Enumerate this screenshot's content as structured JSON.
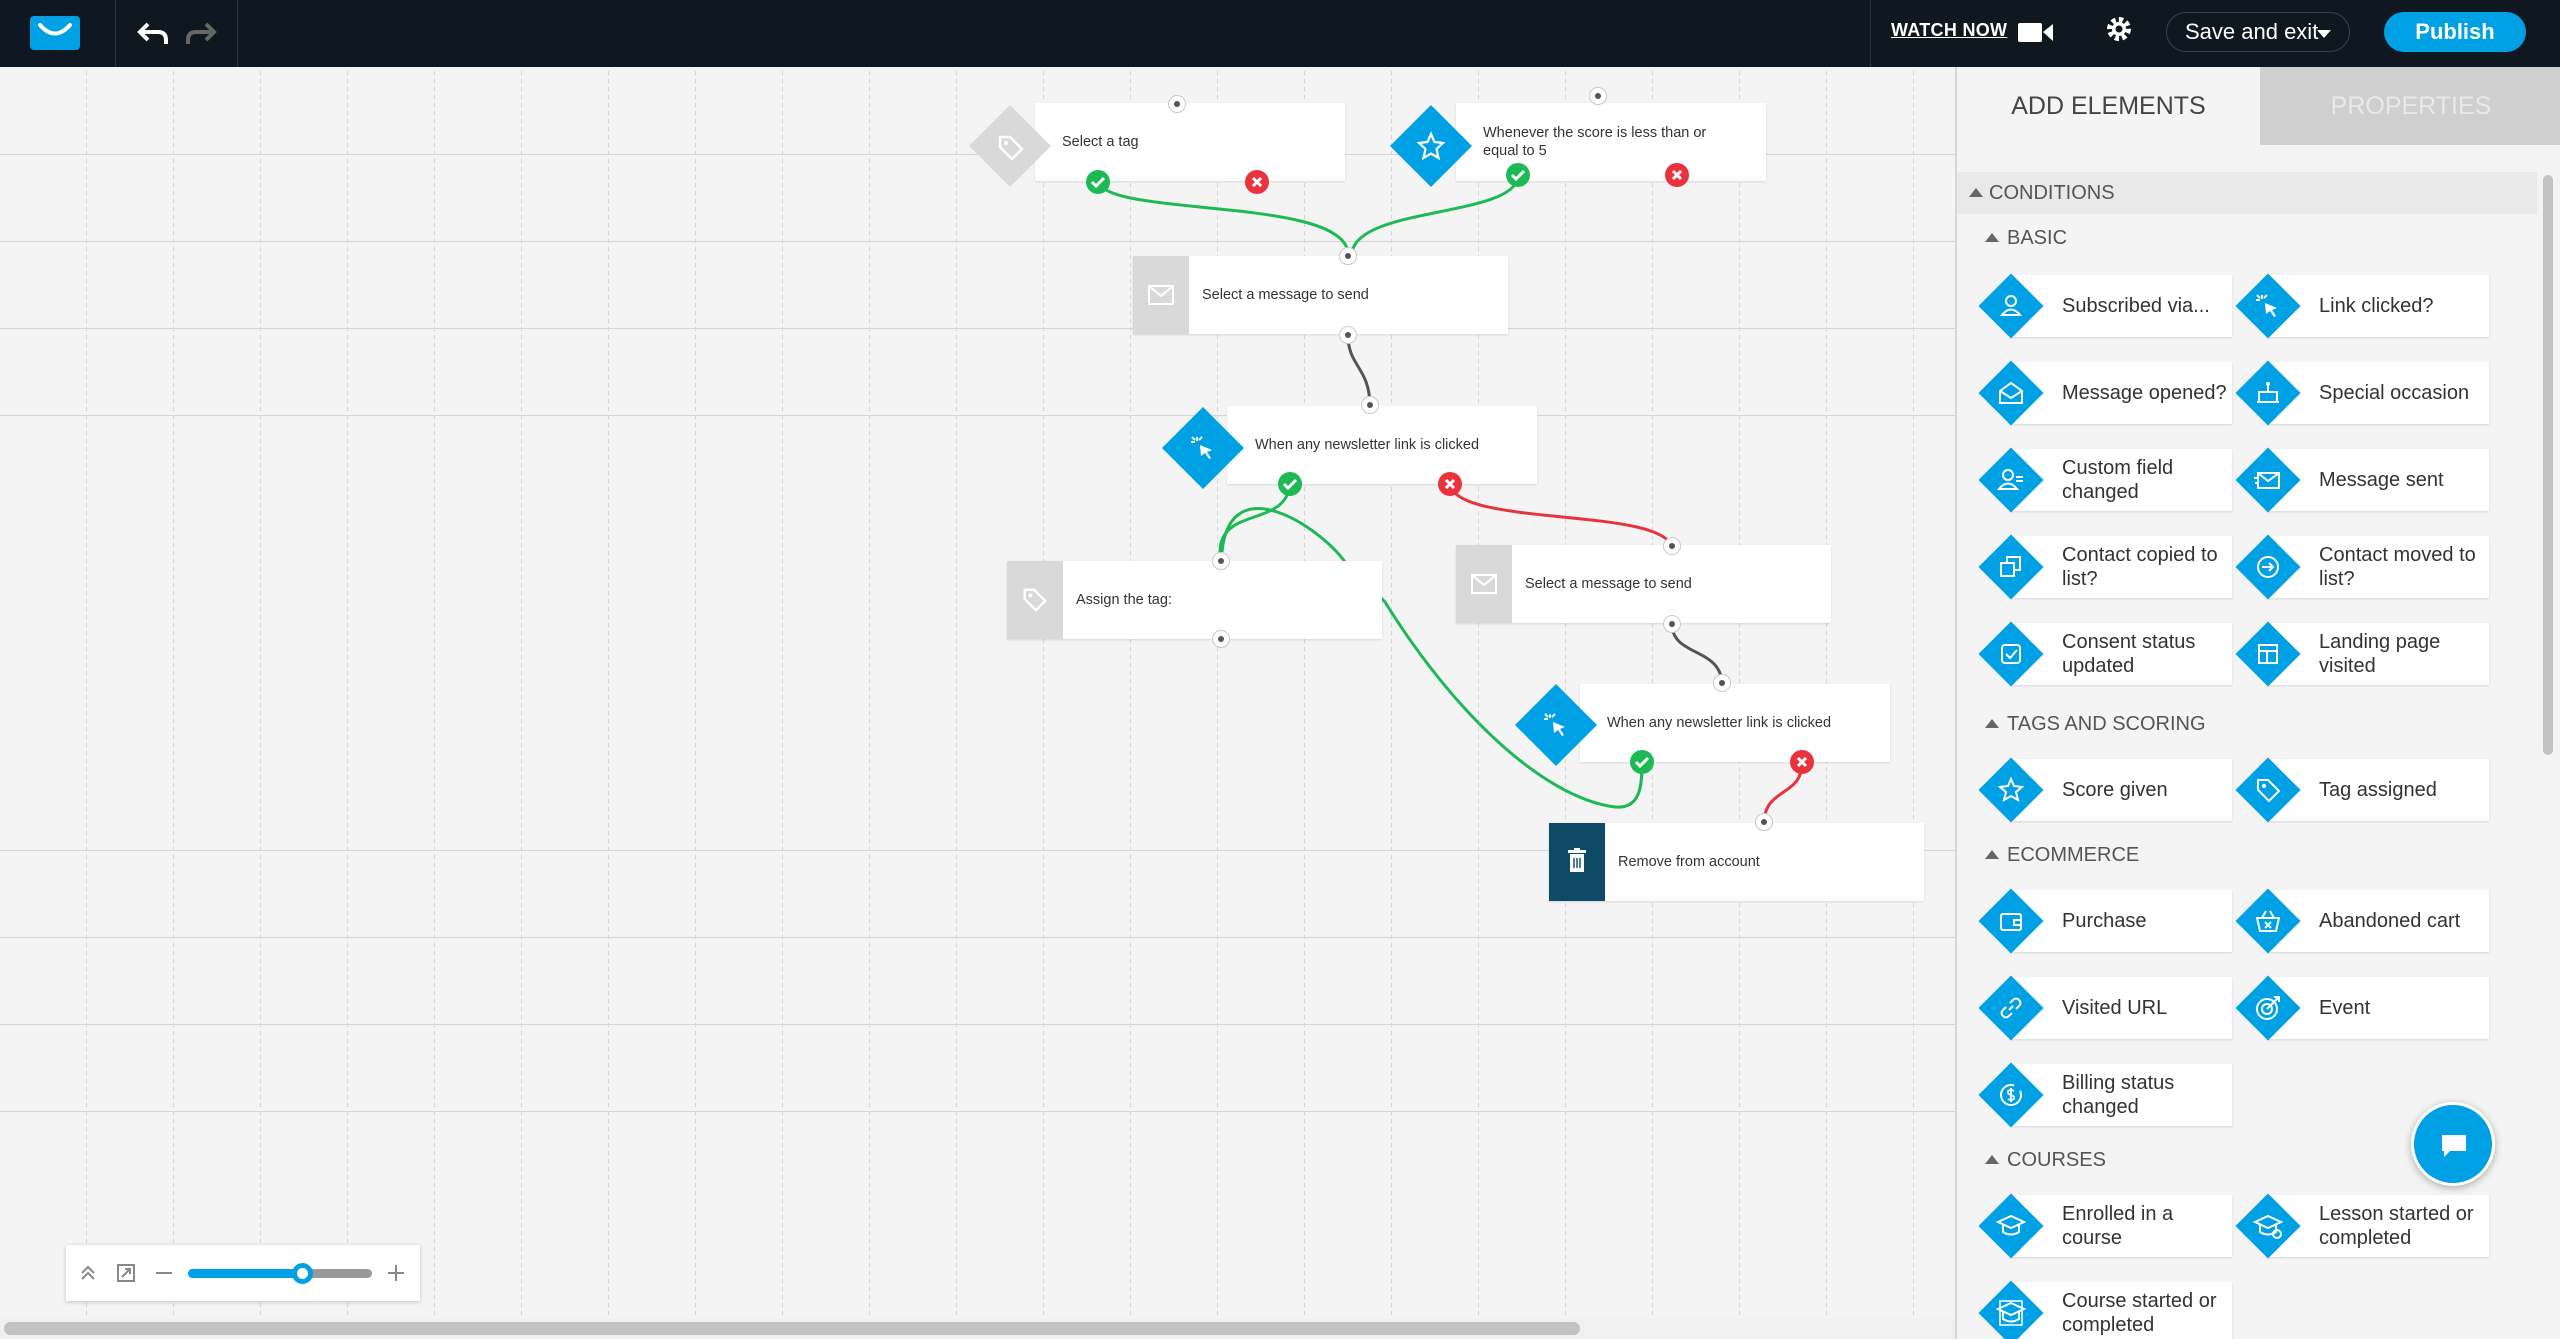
{
  "topbar": {
    "watch_now": "WATCH NOW",
    "save_exit": "Save and exit",
    "publish": "Publish",
    "icons": [
      "logo-icon",
      "undo-icon",
      "redo-icon",
      "camera-icon",
      "gear-icon",
      "caret-down-icon"
    ]
  },
  "canvas": {
    "nodes": {
      "select_tag": "Select a tag",
      "score": "Whenever the score is less than or equal to 5",
      "send1": "Select a message to send",
      "click1": "When any newsletter link is clicked",
      "assign_tag": "Assign the tag:",
      "send2": "Select a message to send",
      "click2": "When any newsletter link is clicked",
      "remove": "Remove from account"
    },
    "zoom": {
      "level": 0.62
    }
  },
  "panel": {
    "tabs": {
      "add": "ADD ELEMENTS",
      "properties": "PROPERTIES"
    },
    "conditions": "CONDITIONS",
    "basic": "BASIC",
    "tags_scoring": "TAGS AND SCORING",
    "ecommerce": "ECOMMERCE",
    "courses": "COURSES",
    "items": {
      "subscribed": "Subscribed via...",
      "link_clicked": "Link clicked?",
      "message_opened": "Message opened?",
      "special_occasion": "Special occasion",
      "custom_field": "Custom field changed",
      "message_sent": "Message sent",
      "contact_copied": "Contact copied to list?",
      "contact_moved": "Contact moved to list?",
      "consent": "Consent status updated",
      "landing": "Landing page visited",
      "score_given": "Score given",
      "tag_assigned": "Tag assigned",
      "purchase": "Purchase",
      "abandoned": "Abandoned cart",
      "visited_url": "Visited URL",
      "event": "Event",
      "billing": "Billing status changed",
      "enrolled": "Enrolled in a course",
      "lesson": "Lesson started or completed",
      "course_started": "Course started or completed"
    }
  },
  "colors": {
    "brand": "#00a0e4",
    "yes": "#1db954",
    "no": "#e8323c",
    "topbar": "#0f1721"
  }
}
